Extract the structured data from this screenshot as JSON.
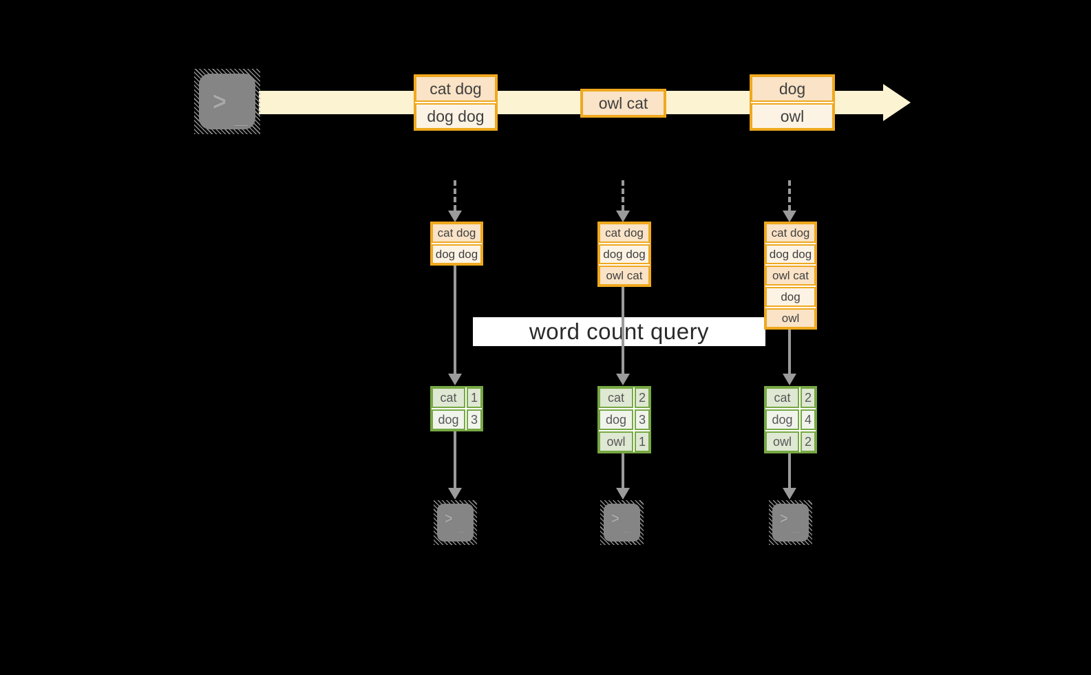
{
  "stream": {
    "batches": [
      {
        "rows": [
          "cat dog",
          "dog dog"
        ]
      },
      {
        "rows": [
          "owl cat"
        ]
      },
      {
        "rows": [
          "dog",
          "owl"
        ]
      }
    ]
  },
  "query_label": "word count query",
  "columns": [
    {
      "buffer": [
        "cat dog",
        "dog dog"
      ],
      "counts": [
        {
          "word": "cat",
          "count": "1"
        },
        {
          "word": "dog",
          "count": "3"
        }
      ]
    },
    {
      "buffer": [
        "cat dog",
        "dog dog",
        "owl cat"
      ],
      "counts": [
        {
          "word": "cat",
          "count": "2"
        },
        {
          "word": "dog",
          "count": "3"
        },
        {
          "word": "owl",
          "count": "1"
        }
      ]
    },
    {
      "buffer": [
        "cat dog",
        "dog dog",
        "owl cat",
        "dog",
        "owl"
      ],
      "counts": [
        {
          "word": "cat",
          "count": "2"
        },
        {
          "word": "dog",
          "count": "4"
        },
        {
          "word": "owl",
          "count": "2"
        }
      ]
    }
  ],
  "terminal_glyph": {
    "chevron": ">",
    "cursor": "_"
  },
  "colors": {
    "gold": "#EFA81E",
    "peach_dark": "#FAE3C6",
    "peach_light": "#FDF3E4",
    "band": "#FCF3D3",
    "green": "#77A844",
    "cell_dark": "#DFE8D3",
    "cell_light": "#F0F4EB",
    "arrow_gray": "#9B9B9B",
    "terminal_gray": "#858585",
    "label_bg": "#FFFFFF"
  }
}
